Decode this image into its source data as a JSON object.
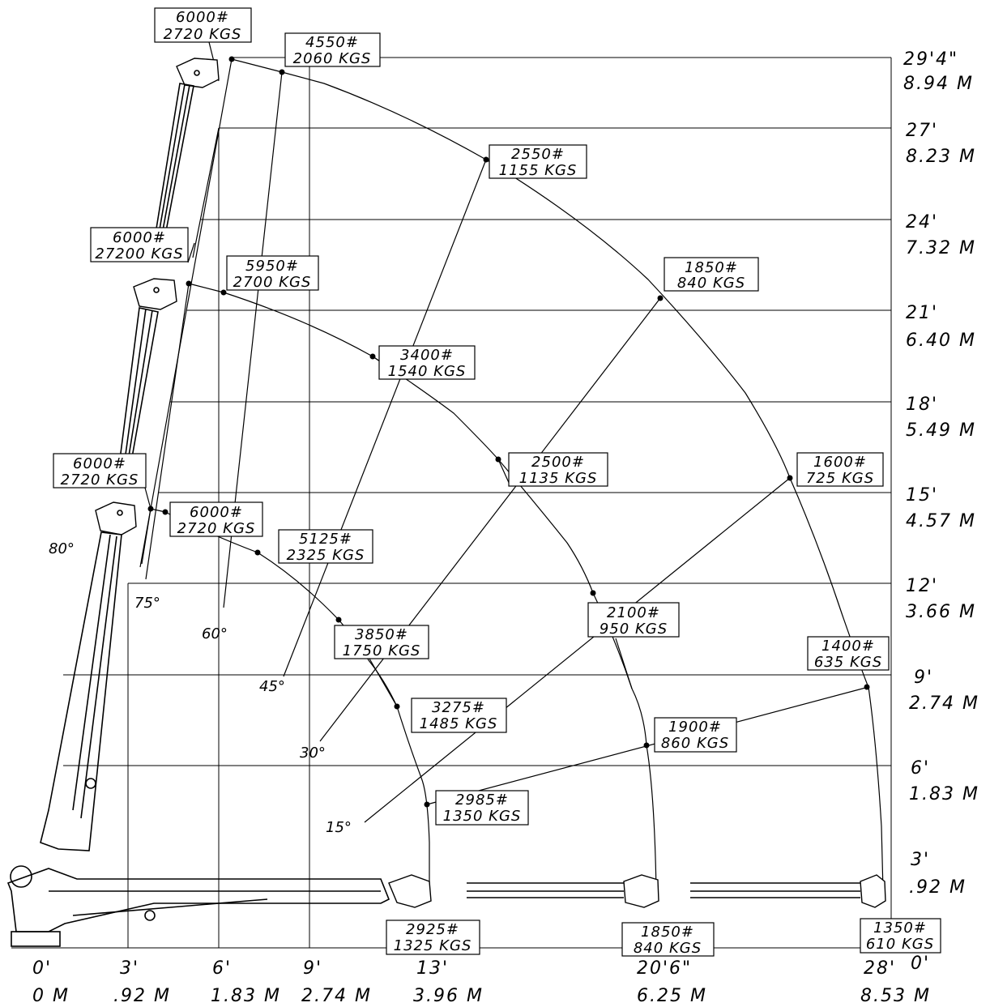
{
  "y_axis_labels": [
    {
      "ft": "29'4\"",
      "m": "8.94 M"
    },
    {
      "ft": "27'",
      "m": "8.23 M"
    },
    {
      "ft": "24'",
      "m": "7.32 M"
    },
    {
      "ft": "21'",
      "m": "6.40 M"
    },
    {
      "ft": "18'",
      "m": "5.49 M"
    },
    {
      "ft": "15'",
      "m": "4.57 M"
    },
    {
      "ft": "12'",
      "m": "3.66 M"
    },
    {
      "ft": "9'",
      "m": "2.74 M"
    },
    {
      "ft": "6'",
      "m": "1.83 M"
    },
    {
      "ft": "3'",
      "m": ".92 M"
    },
    {
      "ft": "0'",
      "m": ""
    }
  ],
  "x_axis_labels": [
    {
      "ft": "0'",
      "m": "0 M"
    },
    {
      "ft": "3'",
      "m": ".92 M"
    },
    {
      "ft": "6'",
      "m": "1.83 M"
    },
    {
      "ft": "9'",
      "m": "2.74 M"
    },
    {
      "ft": "13'",
      "m": "3.96 M"
    },
    {
      "ft": "20'6\"",
      "m": "6.25 M"
    },
    {
      "ft": "28'",
      "m": "8.53 M"
    }
  ],
  "angle_labels": [
    "80°",
    "75°",
    "60°",
    "45°",
    "30°",
    "15°"
  ],
  "load_labels": [
    {
      "lb": "6000#",
      "kg": "2720 KGS"
    },
    {
      "lb": "4550#",
      "kg": "2060 KGS"
    },
    {
      "lb": "2550#",
      "kg": "1155 KGS"
    },
    {
      "lb": "6000#",
      "kg": "27200 KGS"
    },
    {
      "lb": "5950#",
      "kg": "2700 KGS"
    },
    {
      "lb": "1850#",
      "kg": "840 KGS"
    },
    {
      "lb": "3400#",
      "kg": "1540 KGS"
    },
    {
      "lb": "6000#",
      "kg": "2720 KGS"
    },
    {
      "lb": "2500#",
      "kg": "1135 KGS"
    },
    {
      "lb": "1600#",
      "kg": "725 KGS"
    },
    {
      "lb": "6000#",
      "kg": "2720 KGS"
    },
    {
      "lb": "5125#",
      "kg": "2325 KGS"
    },
    {
      "lb": "2100#",
      "kg": "950 KGS"
    },
    {
      "lb": "3850#",
      "kg": "1750 KGS"
    },
    {
      "lb": "1400#",
      "kg": "635 KGS"
    },
    {
      "lb": "3275#",
      "kg": "1485 KGS"
    },
    {
      "lb": "1900#",
      "kg": "860 KGS"
    },
    {
      "lb": "2985#",
      "kg": "1350 KGS"
    },
    {
      "lb": "2925#",
      "kg": "1325 KGS"
    },
    {
      "lb": "1850#",
      "kg": "840 KGS"
    },
    {
      "lb": "1350#",
      "kg": "610 KGS"
    }
  ]
}
